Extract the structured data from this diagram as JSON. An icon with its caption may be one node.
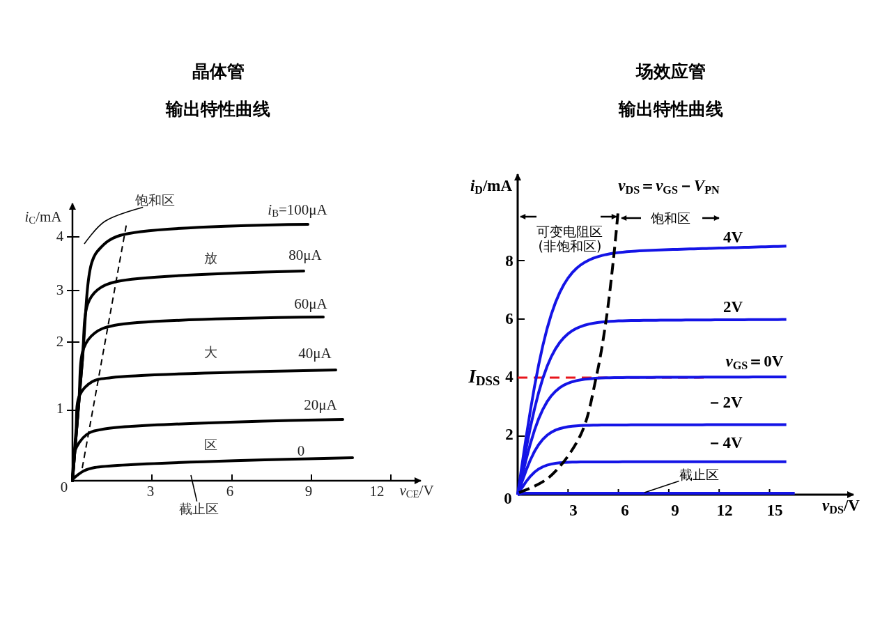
{
  "diagram": {
    "nodes": [
      {
        "text": [
          "饱和区"
        ]
      },
      {
        "text": [
          "截止区"
        ]
      },
      {
        "text": [
          "截止区"
        ]
      }
    ],
    "edges": [
      {
        "from": 0,
        "to": null,
        "arrow": "none"
      },
      {
        "from": 1,
        "to": null,
        "arrow": "none"
      },
      {
        "from": 2,
        "to": null,
        "arrow": "none"
      }
    ],
    "labels": [
      "晶体管",
      "输出特性曲线",
      "场效应管",
      "输出特性曲线",
      "*i*$_{C}$/mA",
      "*i*$_{B}$=100μA",
      "放",
      "80μA",
      "60μA",
      "大",
      "40μA",
      "20μA",
      "区",
      "0",
      "4",
      "3",
      "2",
      "1",
      "0",
      "3",
      "6",
      "9",
      "12",
      "*v*$_{CE}$/V",
      "*i*$_{D}$/mA",
      "*v*$_{DS}$＝*v*$_{GS}$－*V*$_{PN}$",
      "可变电阻区(非饱和区)",
      "饱和区",
      "4V",
      "8",
      "2V",
      "6",
      "*v*$_{GS}$＝0V",
      "*I*$_{DSS}$",
      "4",
      "－2V",
      "2",
      "－4V",
      "0",
      "3",
      "6",
      "9",
      "12",
      "15",
      "*v*$_{DS}$/V"
    ]
  }
}
